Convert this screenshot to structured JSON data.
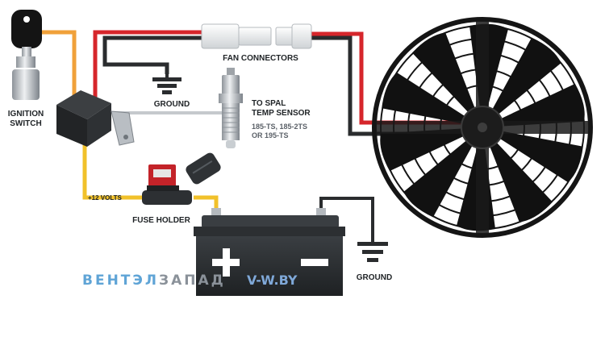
{
  "labels": {
    "ignition_switch": [
      "IGNITION",
      "SWITCH"
    ],
    "ground_top": "GROUND",
    "fan_connectors": "FAN CONNECTORS",
    "temp_sensor": [
      "TO SPAL",
      "TEMP SENSOR"
    ],
    "temp_models": [
      "185-TS, 185-2TS",
      "OR 195-TS"
    ],
    "volts": "+12 VOLTS",
    "fuse_holder": "FUSE HOLDER",
    "ground_bottom": "GROUND"
  },
  "watermark": {
    "brand_a": "ВЕНТЭЛ",
    "brand_b": "ЗАПАД",
    "domain": "V-W.BY"
  },
  "colors": {
    "red_wire": "#d6262b",
    "black_wire": "#2a2c2e",
    "yellow_wire": "#f1c12a",
    "orange_wire": "#f0a13a",
    "battery": "#2b2e31",
    "fan": "#151515"
  }
}
